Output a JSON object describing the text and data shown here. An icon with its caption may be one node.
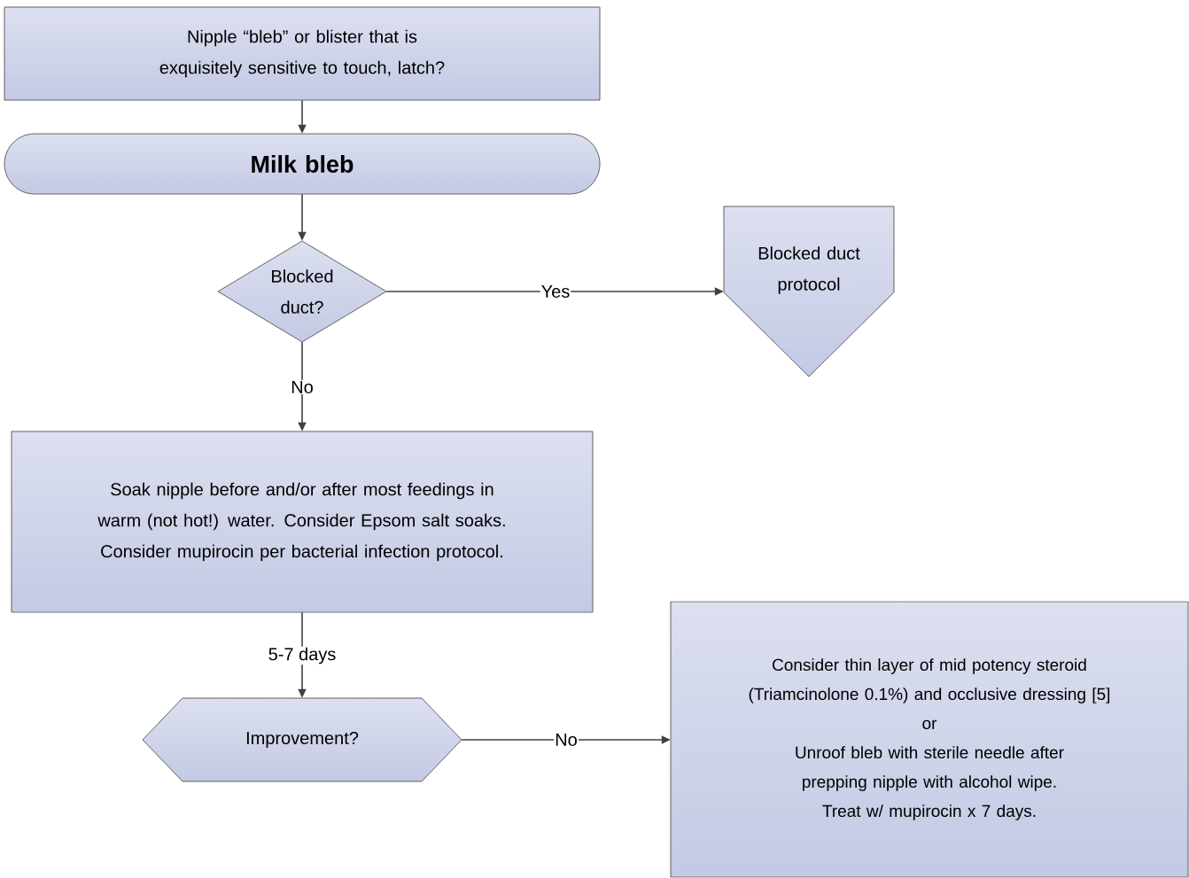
{
  "diagram": {
    "nodes": [
      {
        "text": [
          "Nipple “bleb” or blister that is exquisitely sensitive to touch, latch?"
        ]
      },
      {
        "text": [
          "Milk bleb"
        ]
      },
      {
        "text": [
          "Blocked duct?"
        ]
      },
      {
        "text": [
          "Blocked duct protocol"
        ]
      },
      {
        "text": [
          "Soak nipple before and/or after most feedings in warm (not hot!) water. Consider Epsom salt soaks. Consider mupirocin per bacterial infection protocol."
        ]
      },
      {
        "text": [
          "Improvement?"
        ]
      },
      {
        "text": [
          "Consider thin layer of mid potency steroid (Triamcinolone 0.1%) and occlusive dressing [5]",
          "or",
          "Unroof bleb with sterile needle after prepping nipple with alcohol wipe.",
          "Treat w/ mupirocin x 7 days."
        ]
      }
    ],
    "edges": [
      {
        "from": 0,
        "to": 1,
        "arrow": "to"
      },
      {
        "from": 1,
        "to": 2,
        "arrow": "to"
      },
      {
        "from": 2,
        "to": 3,
        "arrow": "to",
        "label": "Yes"
      },
      {
        "from": 2,
        "to": 4,
        "arrow": "to",
        "label": "No"
      },
      {
        "from": 4,
        "to": 5,
        "arrow": "to",
        "label": "5-7 days"
      },
      {
        "from": 5,
        "to": 6,
        "arrow": "to",
        "label": "No"
      }
    ]
  }
}
